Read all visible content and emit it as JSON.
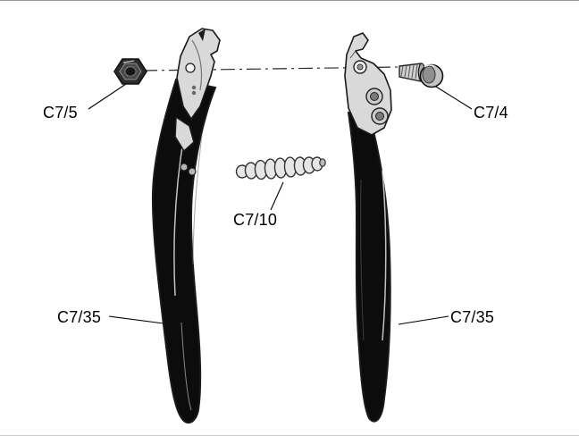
{
  "diagram": {
    "name": "pruner-exploded-parts-diagram",
    "parts": [
      {
        "id": "hex-nut",
        "label": "C7/5"
      },
      {
        "id": "pivot-bolt",
        "label": "C7/4"
      },
      {
        "id": "spring",
        "label": "C7/10"
      },
      {
        "id": "left-handle",
        "label": "C7/35"
      },
      {
        "id": "right-handle",
        "label": "C7/35"
      }
    ],
    "colors": {
      "outline": "#1a1a1a",
      "handle_fill": "#0c0c0c",
      "metal_fill": "#d9d9d9",
      "background": "#ffffff"
    }
  }
}
